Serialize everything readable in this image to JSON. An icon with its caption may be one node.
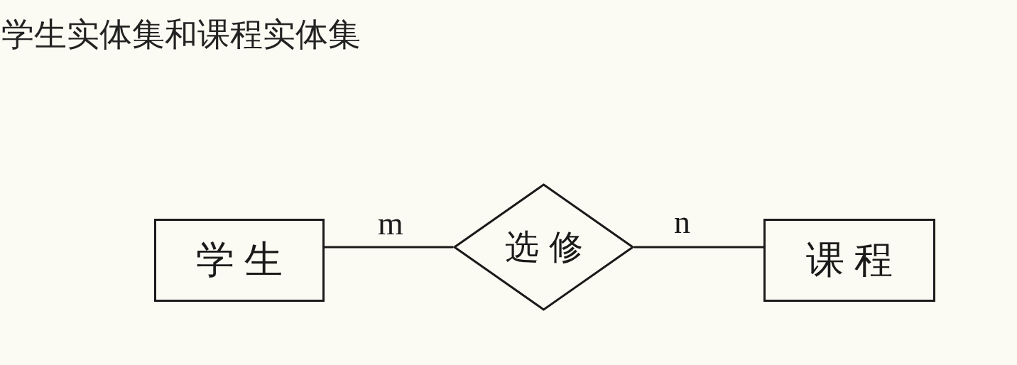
{
  "diagram": {
    "title": "学生实体集和课程实体集",
    "nodes": [
      {
        "text": [
          "学生"
        ]
      },
      {
        "text": [
          "选修"
        ]
      },
      {
        "text": [
          "课程"
        ]
      }
    ],
    "edges": [
      {
        "from": 0,
        "to": 1,
        "arrow": "none",
        "label": "m"
      },
      {
        "from": 1,
        "to": 2,
        "arrow": "none",
        "label": "n"
      }
    ]
  }
}
